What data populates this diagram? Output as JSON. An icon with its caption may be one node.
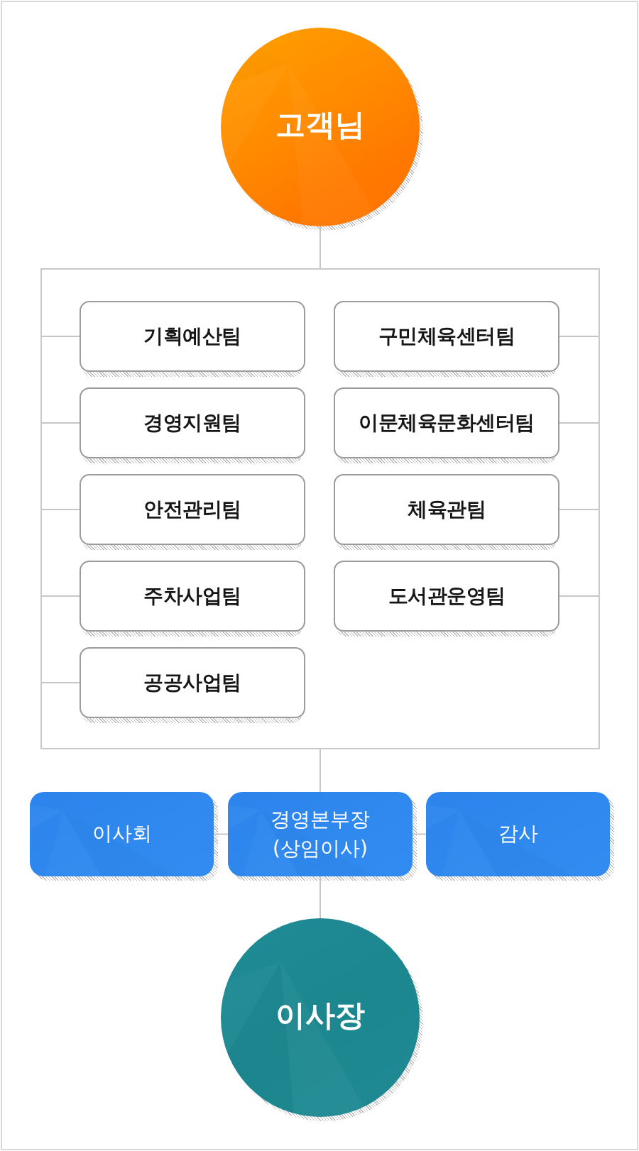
{
  "diagram": {
    "nodes": [
      {
        "text": [
          "고객님"
        ]
      },
      {
        "text": [],
        "shape": "box"
      },
      {
        "text": [
          "기획예산팀"
        ],
        "in": 1
      },
      {
        "text": [
          "구민체육센터팀"
        ],
        "in": 1
      },
      {
        "text": [
          "경영지원팀"
        ],
        "in": 1
      },
      {
        "text": [
          "이문체육문화센터팀"
        ],
        "in": 1
      },
      {
        "text": [
          "안전관리팀"
        ],
        "in": 1
      },
      {
        "text": [
          "체육관팀"
        ],
        "in": 1
      },
      {
        "text": [
          "주차사업팀"
        ],
        "in": 1
      },
      {
        "text": [
          "도서관운영팀"
        ],
        "in": 1
      },
      {
        "text": [
          "공공사업팀"
        ],
        "in": 1
      },
      {
        "text": [
          "이사회"
        ]
      },
      {
        "text": [
          "경영본부장 (상임이사)"
        ]
      },
      {
        "text": [
          "감사"
        ]
      },
      {
        "text": [
          "이사장"
        ]
      }
    ],
    "edges": [
      {
        "from": 0,
        "to": 1,
        "arrow": "none"
      },
      {
        "from": 1,
        "to": 2,
        "arrow": "none"
      },
      {
        "from": 1,
        "to": 3,
        "arrow": "none"
      },
      {
        "from": 1,
        "to": 4,
        "arrow": "none"
      },
      {
        "from": 1,
        "to": 5,
        "arrow": "none"
      },
      {
        "from": 1,
        "to": 6,
        "arrow": "none"
      },
      {
        "from": 1,
        "to": 7,
        "arrow": "none"
      },
      {
        "from": 1,
        "to": 8,
        "arrow": "none"
      },
      {
        "from": 1,
        "to": 9,
        "arrow": "none"
      },
      {
        "from": 1,
        "to": 10,
        "arrow": "none"
      },
      {
        "from": 1,
        "to": 12,
        "arrow": "none"
      },
      {
        "from": 11,
        "to": 12,
        "arrow": "none"
      },
      {
        "from": 12,
        "to": 13,
        "arrow": "none"
      },
      {
        "from": 12,
        "to": 14,
        "arrow": "none"
      }
    ]
  }
}
